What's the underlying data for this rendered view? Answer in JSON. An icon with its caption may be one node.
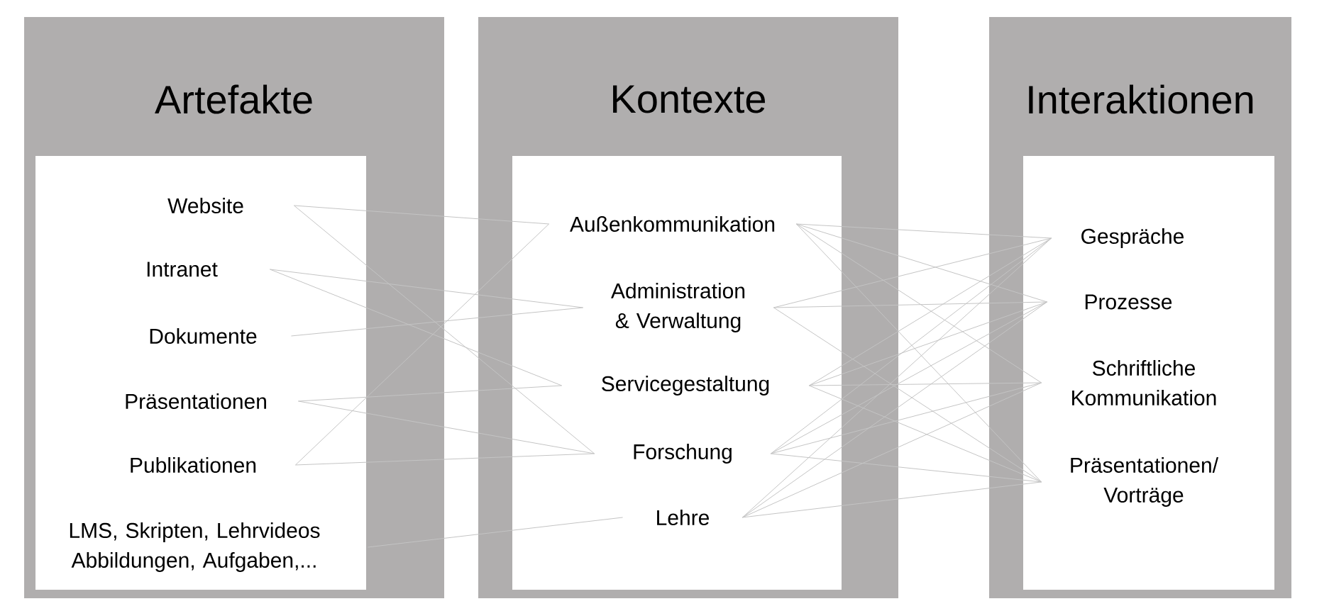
{
  "diagram": {
    "nodes": [
      {
        "text": [
          "Artefakte"
        ]
      },
      {
        "text": [
          "Website"
        ],
        "in": 0
      },
      {
        "text": [
          "Intranet"
        ],
        "in": 0
      },
      {
        "text": [
          "Dokumente"
        ],
        "in": 0
      },
      {
        "text": [
          "Präsentationen"
        ],
        "in": 0
      },
      {
        "text": [
          "Publikationen"
        ],
        "in": 0
      },
      {
        "text": [
          "LMS, Skripten, Lehrvideos Abbildungen, Aufgaben,..."
        ],
        "in": 0
      },
      {
        "text": [
          "Kontexte"
        ]
      },
      {
        "text": [
          "Außenkommunikation"
        ],
        "in": 7
      },
      {
        "text": [
          "Administration & Verwaltung"
        ],
        "in": 7
      },
      {
        "text": [
          "Servicegestaltung"
        ],
        "in": 7
      },
      {
        "text": [
          "Forschung"
        ],
        "in": 7
      },
      {
        "text": [
          "Lehre"
        ],
        "in": 7
      },
      {
        "text": [
          "Interaktionen"
        ]
      },
      {
        "text": [
          "Gespräche"
        ],
        "in": 13
      },
      {
        "text": [
          "Prozesse"
        ],
        "in": 13
      },
      {
        "text": [
          "Schriftliche Kommunikation"
        ],
        "in": 13
      },
      {
        "text": [
          "Präsentationen/ Vorträge"
        ],
        "in": 13
      }
    ],
    "edges": [
      {
        "from": 1,
        "to": 8,
        "arrow": "none"
      },
      {
        "from": 1,
        "to": 11,
        "arrow": "none"
      },
      {
        "from": 2,
        "to": 9,
        "arrow": "none"
      },
      {
        "from": 2,
        "to": 10,
        "arrow": "none"
      },
      {
        "from": 3,
        "to": 9,
        "arrow": "none"
      },
      {
        "from": 4,
        "to": 10,
        "arrow": "none"
      },
      {
        "from": 4,
        "to": 11,
        "arrow": "none"
      },
      {
        "from": 5,
        "to": 8,
        "arrow": "none"
      },
      {
        "from": 5,
        "to": 11,
        "arrow": "none"
      },
      {
        "from": 6,
        "to": 12,
        "arrow": "none"
      },
      {
        "from": 8,
        "to": 14,
        "arrow": "none"
      },
      {
        "from": 8,
        "to": 15,
        "arrow": "none"
      },
      {
        "from": 8,
        "to": 16,
        "arrow": "none"
      },
      {
        "from": 8,
        "to": 17,
        "arrow": "none"
      },
      {
        "from": 9,
        "to": 14,
        "arrow": "none"
      },
      {
        "from": 9,
        "to": 15,
        "arrow": "none"
      },
      {
        "from": 9,
        "to": 17,
        "arrow": "none"
      },
      {
        "from": 10,
        "to": 14,
        "arrow": "none"
      },
      {
        "from": 10,
        "to": 15,
        "arrow": "none"
      },
      {
        "from": 10,
        "to": 16,
        "arrow": "none"
      },
      {
        "from": 10,
        "to": 17,
        "arrow": "none"
      },
      {
        "from": 11,
        "to": 14,
        "arrow": "none"
      },
      {
        "from": 11,
        "to": 15,
        "arrow": "none"
      },
      {
        "from": 11,
        "to": 16,
        "arrow": "none"
      },
      {
        "from": 11,
        "to": 17,
        "arrow": "none"
      },
      {
        "from": 12,
        "to": 14,
        "arrow": "none"
      },
      {
        "from": 12,
        "to": 15,
        "arrow": "none"
      },
      {
        "from": 12,
        "to": 16,
        "arrow": "none"
      },
      {
        "from": 12,
        "to": 17,
        "arrow": "none"
      }
    ]
  }
}
